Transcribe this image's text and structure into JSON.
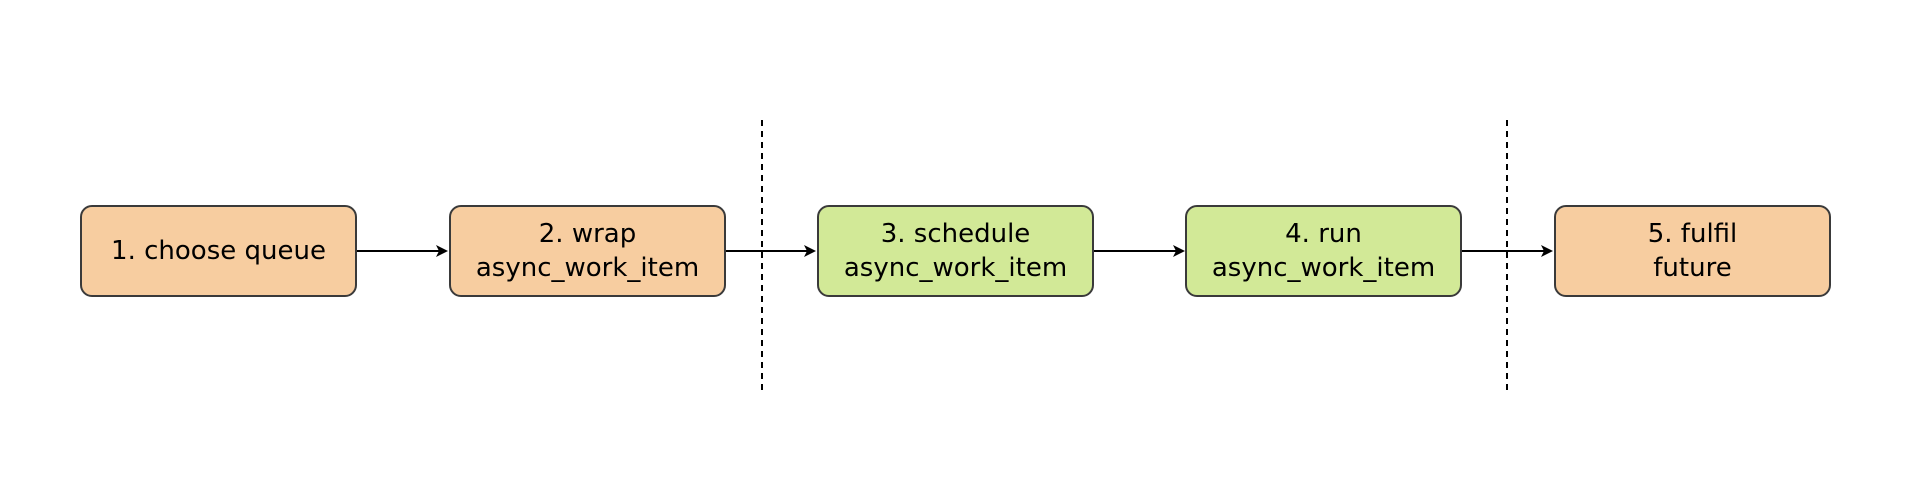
{
  "diagram": {
    "colors": {
      "client_side": "#f7cda0",
      "executor_side": "#d2e997",
      "border": "#3a3a3a",
      "arrow": "#000000",
      "divider": "#000000"
    },
    "steps": [
      {
        "line1": "1. choose queue",
        "line2": "",
        "group": "client_side"
      },
      {
        "line1": "2. wrap",
        "line2": "async_work_item",
        "group": "client_side"
      },
      {
        "line1": "3. schedule",
        "line2": "async_work_item",
        "group": "executor_side"
      },
      {
        "line1": "4. run",
        "line2": "async_work_item",
        "group": "executor_side"
      },
      {
        "line1": "5. fulfil",
        "line2": "future",
        "group": "client_side"
      }
    ]
  }
}
